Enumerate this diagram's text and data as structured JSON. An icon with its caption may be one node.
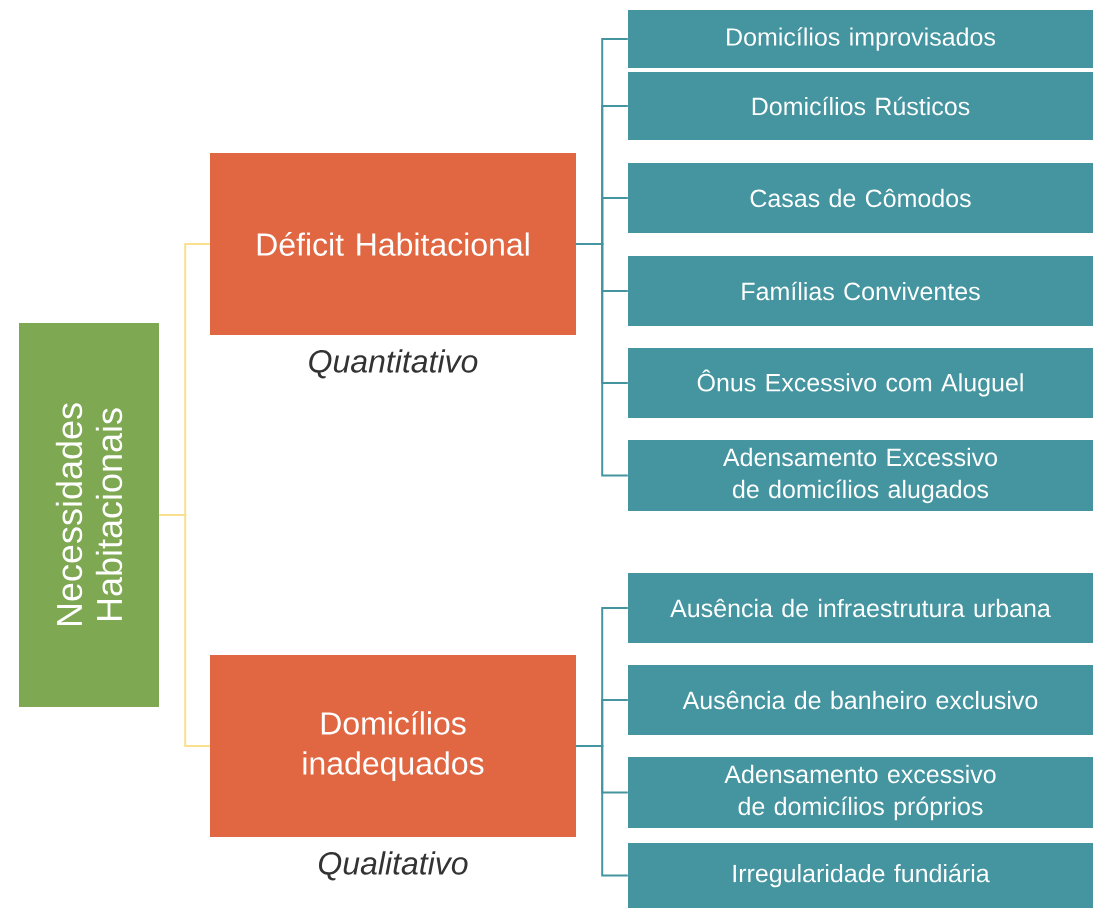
{
  "diagram": {
    "nodes": [
      {
        "text": [
          "Necessidades Habitacionais"
        ]
      },
      {
        "text": [
          "Déficit Habitacional"
        ],
        "beside": [
          "Quantitativo"
        ]
      },
      {
        "text": [
          "Domicílios inadequados"
        ],
        "beside": [
          "Qualitativo"
        ]
      },
      {
        "text": [
          "Domicílios improvisados"
        ]
      },
      {
        "text": [
          "Domicílios Rústicos"
        ]
      },
      {
        "text": [
          "Casas de Cômodos"
        ]
      },
      {
        "text": [
          "Famílias Conviventes"
        ]
      },
      {
        "text": [
          "Ônus Excessivo com Aluguel"
        ]
      },
      {
        "text": [
          "Adensamento Excessivo de domicílios alugados"
        ]
      },
      {
        "text": [
          "Ausência de infraestrutura urbana"
        ]
      },
      {
        "text": [
          "Ausência de banheiro exclusivo"
        ]
      },
      {
        "text": [
          "Adensamento excessivo de domicílios próprios"
        ]
      },
      {
        "text": [
          "Irregularidade fundiária"
        ]
      }
    ],
    "edges": [
      {
        "from": 0,
        "to": 1,
        "arrow": "none",
        "color": "#f8e08e"
      },
      {
        "from": 0,
        "to": 2,
        "arrow": "none",
        "color": "#f8e08e"
      },
      {
        "from": 1,
        "to": 3,
        "arrow": "none"
      },
      {
        "from": 1,
        "to": 4,
        "arrow": "none"
      },
      {
        "from": 1,
        "to": 5,
        "arrow": "none"
      },
      {
        "from": 1,
        "to": 6,
        "arrow": "none"
      },
      {
        "from": 1,
        "to": 7,
        "arrow": "none"
      },
      {
        "from": 1,
        "to": 8,
        "arrow": "none"
      },
      {
        "from": 2,
        "to": 9,
        "arrow": "none"
      },
      {
        "from": 2,
        "to": 10,
        "arrow": "none"
      },
      {
        "from": 2,
        "to": 11,
        "arrow": "none"
      },
      {
        "from": 2,
        "to": 12,
        "arrow": "none"
      }
    ]
  }
}
